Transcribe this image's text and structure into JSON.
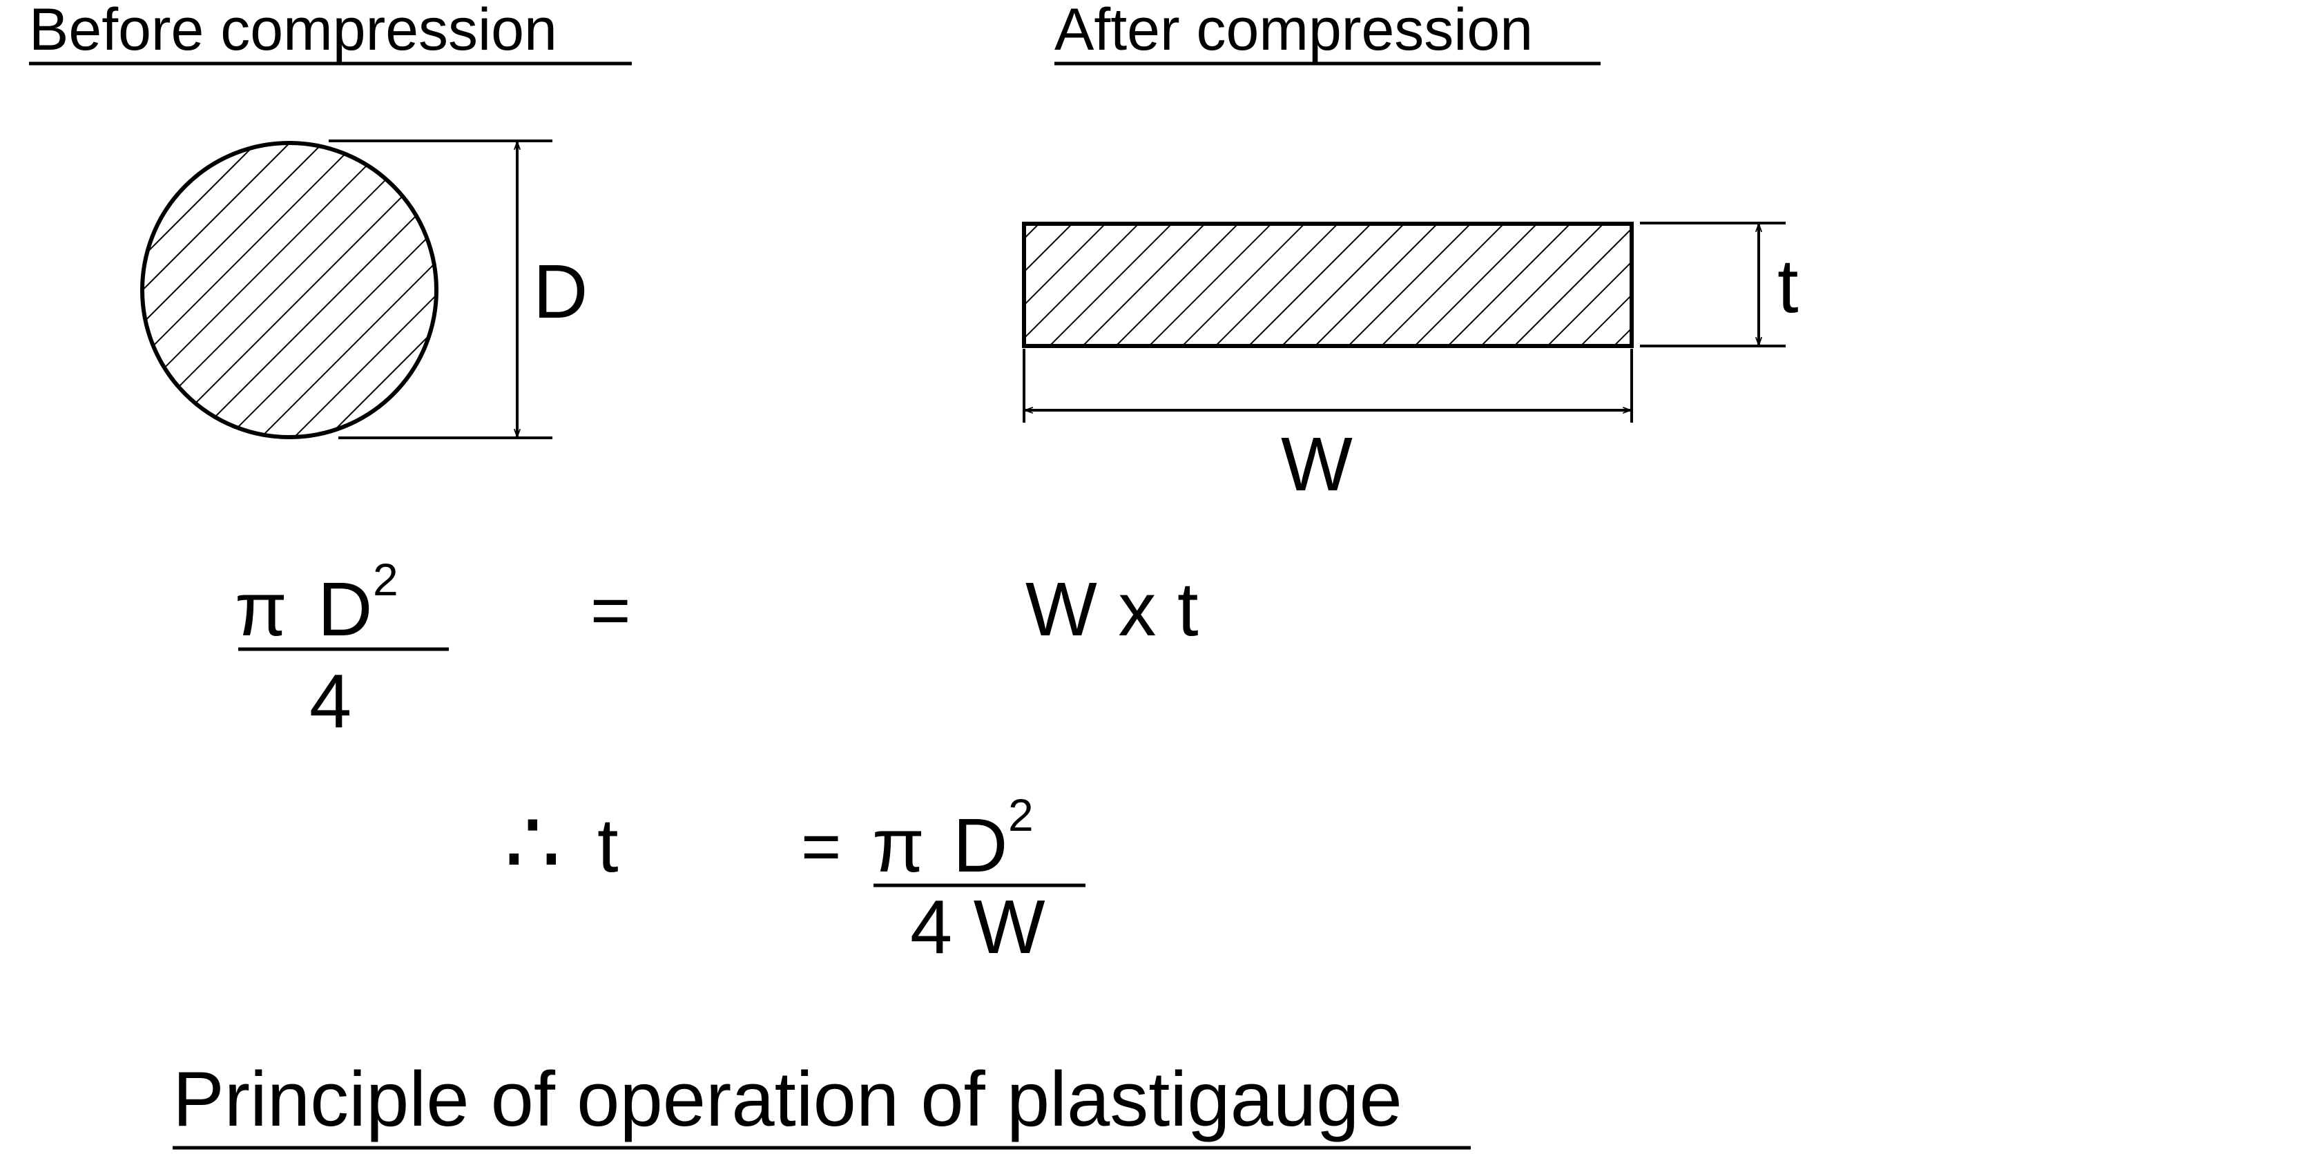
{
  "headings": {
    "before": "Before compression",
    "after": "After compression"
  },
  "labels": {
    "diameter": "D",
    "thickness": "t",
    "width": "W"
  },
  "equation1": {
    "lhs_numerator_symbol": "π",
    "lhs_numerator_var": "D",
    "lhs_exponent": "2",
    "lhs_denominator": "4",
    "equals": "=",
    "rhs": "W x t"
  },
  "equation2": {
    "therefore": "∴",
    "lhs": "t",
    "equals": "=",
    "numerator_symbol": "π",
    "numerator_var": "D",
    "exponent": "2",
    "denominator": "4 W"
  },
  "caption": "Principle of operation of plastigauge",
  "colors": {
    "ink": "#000000",
    "background": "#ffffff"
  }
}
